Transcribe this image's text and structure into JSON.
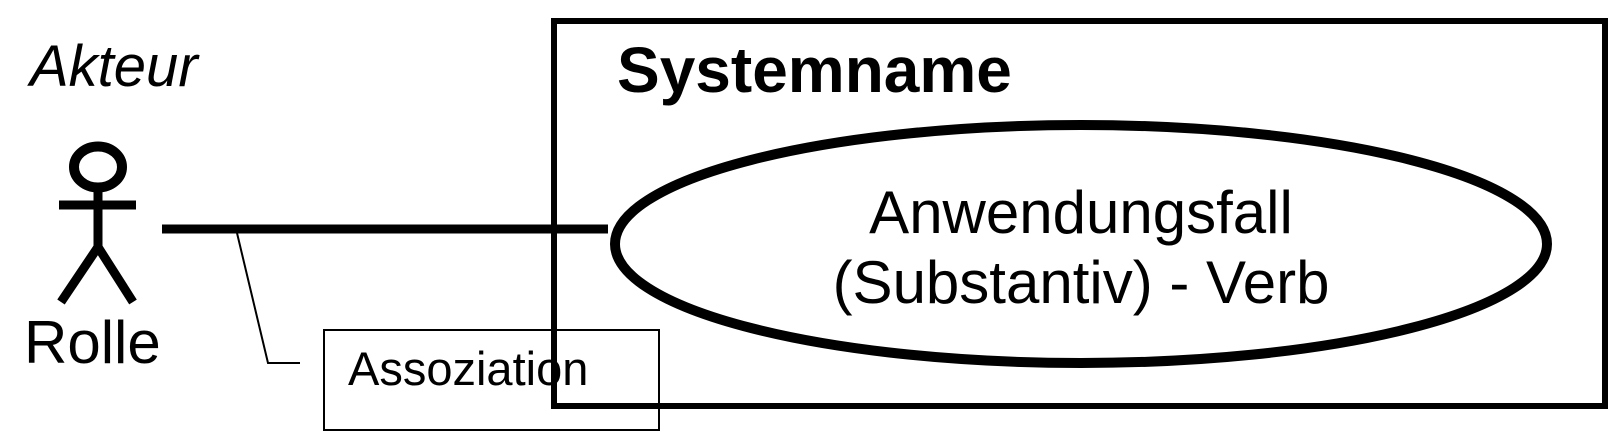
{
  "diagram": {
    "title_hint": "UML use case diagram template (German)",
    "actor": {
      "type_label": "Akteur",
      "role_label": "Rolle"
    },
    "system": {
      "title": "Systemname"
    },
    "use_case": {
      "line1": "Anwendungsfall",
      "line2": "(Substantiv) - Verb"
    },
    "association": {
      "label": "Assoziation"
    },
    "colors": {
      "stroke": "#000000",
      "background": "#ffffff",
      "overlay_dimmed_line": "#8c8c8c"
    }
  }
}
